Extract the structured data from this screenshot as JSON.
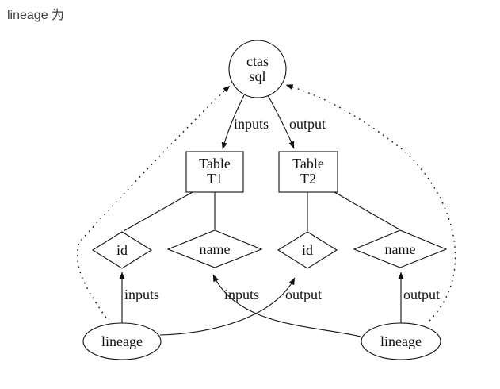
{
  "page": {
    "caption": "lineage 为"
  },
  "diagram": {
    "nodes": {
      "ctas_sql": {
        "shape": "circle",
        "line1": "ctas",
        "line2": "sql"
      },
      "table_t1": {
        "shape": "box",
        "line1": "Table",
        "line2": "T1"
      },
      "table_t2": {
        "shape": "box",
        "line1": "Table",
        "line2": "T2"
      },
      "t1_id": {
        "shape": "diamond",
        "label": "id"
      },
      "t1_name": {
        "shape": "diamond",
        "label": "name"
      },
      "t2_id": {
        "shape": "diamond",
        "label": "id"
      },
      "t2_name": {
        "shape": "diamond",
        "label": "name"
      },
      "lineage_left": {
        "shape": "ellipse",
        "label": "lineage"
      },
      "lineage_right": {
        "shape": "ellipse",
        "label": "lineage"
      }
    },
    "edges": {
      "ctas_to_t1": {
        "label": "inputs",
        "style": "solid-arrow"
      },
      "ctas_to_t2": {
        "label": "output",
        "style": "solid-arrow"
      },
      "t1_to_id": {
        "label": "",
        "style": "plain-line"
      },
      "t1_to_name": {
        "label": "",
        "style": "plain-line"
      },
      "t2_to_id": {
        "label": "",
        "style": "plain-line"
      },
      "t2_to_name": {
        "label": "",
        "style": "plain-line"
      },
      "lineage_left_to_t1_id": {
        "label": "inputs",
        "style": "solid-arrow"
      },
      "lineage_right_to_t1_name": {
        "label": "inputs",
        "style": "solid-arrow"
      },
      "lineage_left_to_t2_id": {
        "label": "output",
        "style": "solid-arrow"
      },
      "lineage_right_to_t2_name": {
        "label": "output",
        "style": "solid-arrow"
      },
      "lineage_left_to_ctas": {
        "label": "",
        "style": "dotted-arrow"
      },
      "lineage_right_to_ctas": {
        "label": "",
        "style": "dotted-arrow"
      }
    },
    "colors": {
      "stroke": "#111111",
      "text": "#111111",
      "caption_text": "#3c4043",
      "background": "#ffffff"
    }
  }
}
